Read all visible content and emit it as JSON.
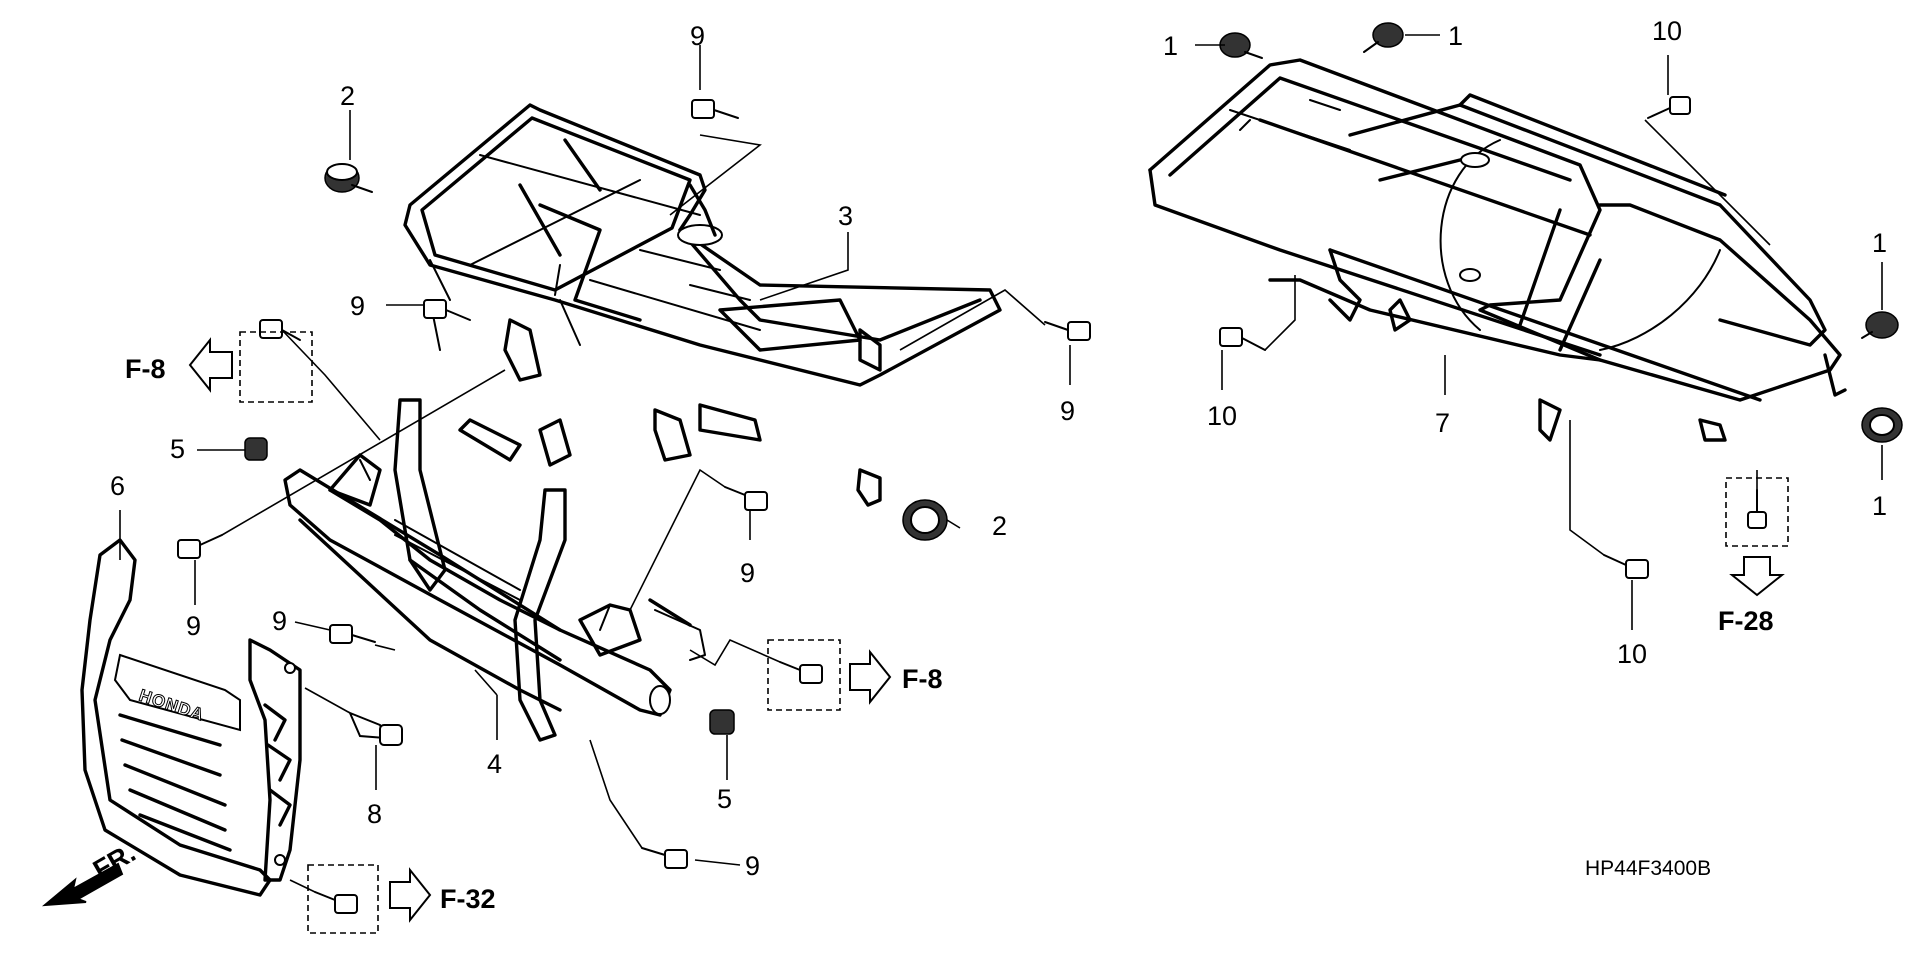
{
  "callouts": {
    "front_2_top": "2",
    "front_9_top": "9",
    "front_3": "3",
    "front_9_left_upper": "9",
    "front_9_right": "9",
    "front_5_left": "5",
    "front_2_right": "2",
    "front_9_left_lower": "9",
    "front_9_center": "9",
    "front_9_mid": "9",
    "front_6": "6",
    "front_4": "4",
    "front_5_bottom": "5",
    "front_8": "8",
    "front_9_bottom": "9",
    "rear_1_topleft": "1",
    "rear_1_topmid": "1",
    "rear_10_top": "10",
    "rear_1_right_upper": "1",
    "rear_1_right_lower": "1",
    "rear_10_left": "10",
    "rear_7": "7",
    "rear_10_bottom": "10"
  },
  "references": {
    "f8_left": "F-8",
    "f8_right": "F-8",
    "f28": "F-28",
    "f32": "F-32"
  },
  "front_marker": "FR.",
  "guard_logo": "HONDA",
  "diagram_code": "HP44F3400B"
}
